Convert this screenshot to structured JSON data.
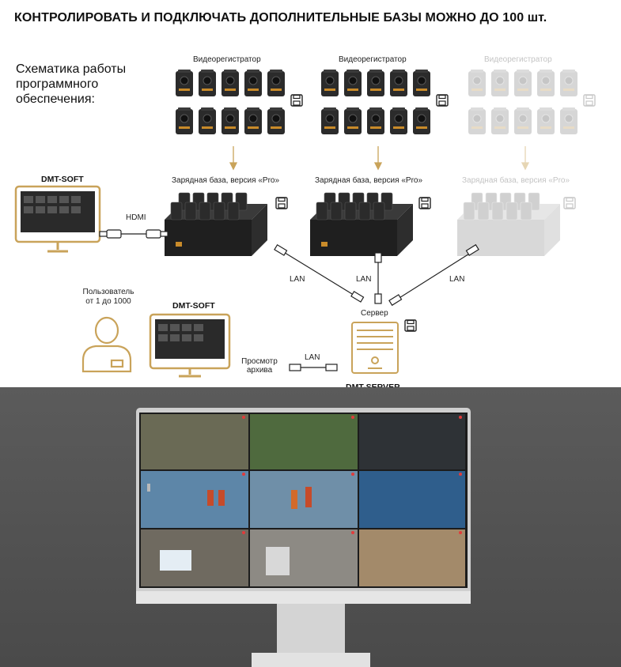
{
  "header": {
    "title": "КОНТРОЛИРОВАТЬ И ПОДКЛЮЧАТЬ ДОПОЛНИТЕЛЬНЫЕ БАЗЫ МОЖНО ДО 100 шт."
  },
  "schematic_label_lines": [
    "Схематика работы",
    "программного",
    "обеспечения:"
  ],
  "groups": [
    {
      "recorder_label": "Видеорегистратор",
      "base_label": "Зарядная база, версия «Pro»",
      "faded": false
    },
    {
      "recorder_label": "Видеорегистратор",
      "base_label": "Зарядная база, версия «Pro»",
      "faded": false
    },
    {
      "recorder_label": "Видеорегистратор",
      "base_label": "Зарядная база, версия «Pro»",
      "faded": true
    }
  ],
  "dmt_soft_top": {
    "label": "DMT-SOFT",
    "cable_label": "HDMI"
  },
  "lan_labels": [
    "LAN",
    "LAN",
    "LAN"
  ],
  "server": {
    "label": "Сервер",
    "name": "DMT-SERVER"
  },
  "user": {
    "label_lines": [
      "Пользователь",
      "от 1 до 1000"
    ]
  },
  "dmt_soft_bottom": {
    "label": "DMT-SOFT"
  },
  "archive": {
    "label_lines": [
      "Просмотр",
      "архива"
    ],
    "cable_label": "LAN"
  },
  "colors": {
    "accent_gold": "#c9a35a",
    "device_dark": "#2a2a2a",
    "faded_device": "#d4d4d4",
    "background_bottom": "#505050"
  },
  "icons": [
    "floppy-disk-icon",
    "monitor-icon",
    "server-icon",
    "user-icon",
    "hdmi-cable-icon",
    "lan-cable-icon"
  ]
}
